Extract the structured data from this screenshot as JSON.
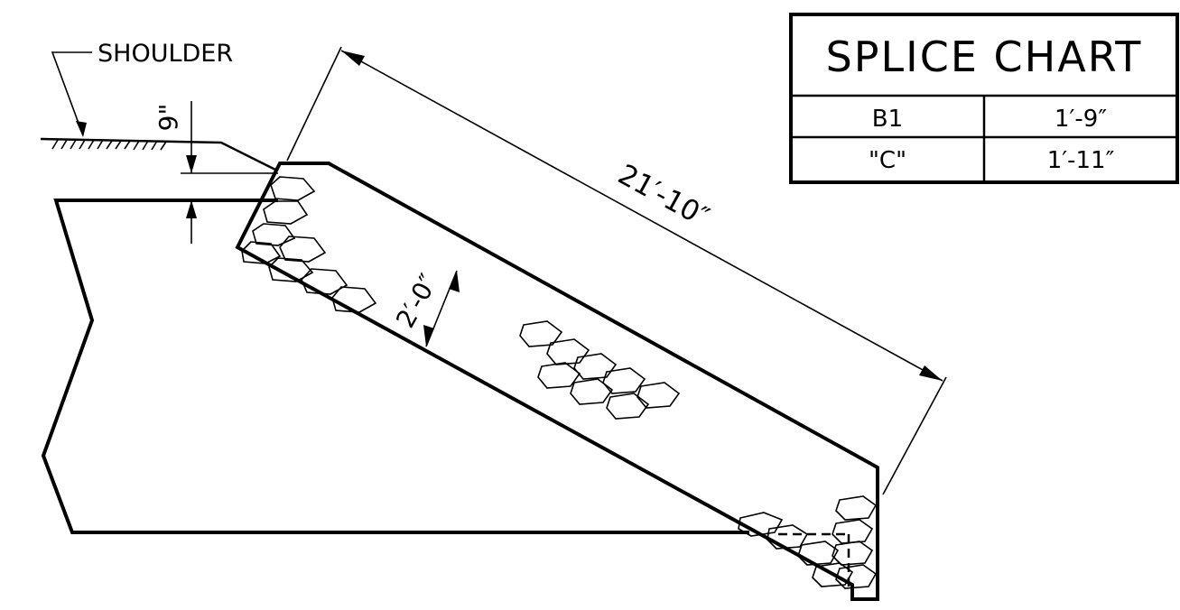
{
  "labels": {
    "shoulder": "SHOULDER",
    "depth_dim": "9\"",
    "slope_length_dim": "21′-10″",
    "thickness_dim": "2′-0″"
  },
  "splice_chart": {
    "title": "SPLICE CHART",
    "rows": [
      {
        "bar": "B1",
        "length": "1′-9″"
      },
      {
        "bar": "\"C\"",
        "length": "1′-11″"
      }
    ]
  }
}
